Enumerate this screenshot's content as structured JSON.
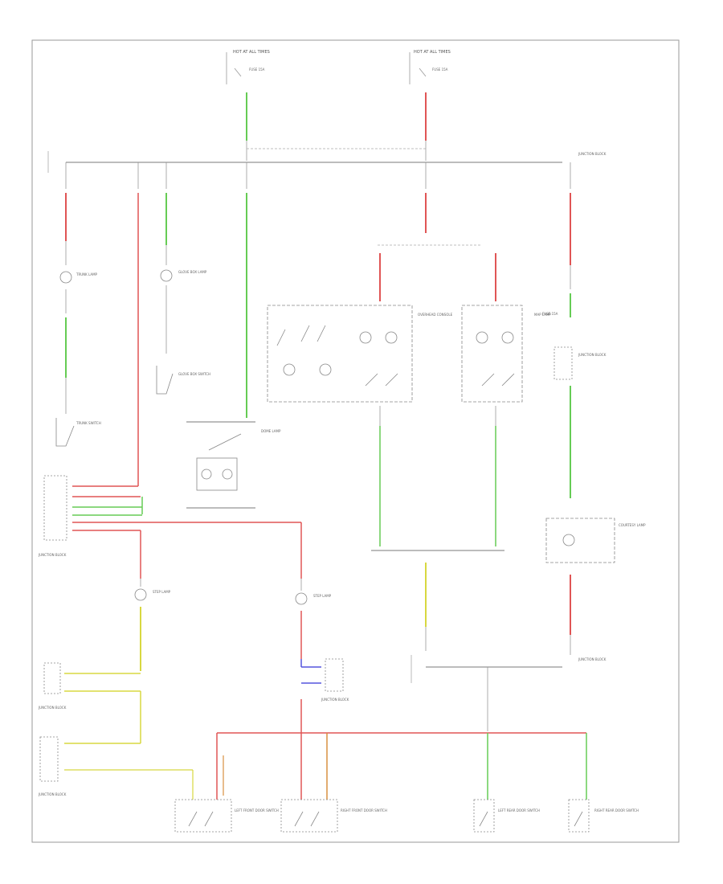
{
  "title": "",
  "footer": {
    "code": ""
  },
  "colors": {
    "frame": "#9a9a9a",
    "line": "#7a7a7a",
    "wire_red": "#e05555",
    "wire_green": "#66cc55",
    "wire_yellow": "#d8d840",
    "wire_blue": "#5555dd",
    "wire_orange": "#d89040",
    "wire_gray": "#909090"
  },
  "labels": {
    "hot_at_all_times_1": "HOT AT ALL TIMES",
    "hot_at_all_times_2": "HOT AT ALL TIMES",
    "fuse_left": "FUSE 15A",
    "fuse_right": "FUSE 15A",
    "junction_top": "JUNCTION BLOCK",
    "trunk_lamp": "TRUNK LAMP",
    "glove_box_lamp": "GLOVE BOX LAMP",
    "glove_box_switch": "GLOVE BOX SWITCH",
    "trunk_switch": "TRUNK SWITCH",
    "dome_lamp": "DOME LAMP",
    "overhead_console": "OVERHEAD CONSOLE",
    "map_lamp": "MAP LAMP",
    "junction_left": "JUNCTION BLOCK",
    "step_lamp_left": "STEP LAMP",
    "step_lamp_right": "STEP LAMP",
    "fuse_dome": "FUSE 15A",
    "junction_right": "JUNCTION BLOCK",
    "courtesy_lamp": "COURTESY LAMP",
    "junction_low_left_1": "JUNCTION BLOCK",
    "junction_low_left_2": "JUNCTION BLOCK",
    "junction_mid": "JUNCTION BLOCK",
    "junction_low_right": "JUNCTION BLOCK",
    "door_sw_1": "LEFT FRONT DOOR SWITCH",
    "door_sw_2": "RIGHT FRONT DOOR SWITCH",
    "door_sw_3": "LEFT REAR DOOR SWITCH",
    "door_sw_4": "RIGHT REAR DOOR SWITCH"
  }
}
